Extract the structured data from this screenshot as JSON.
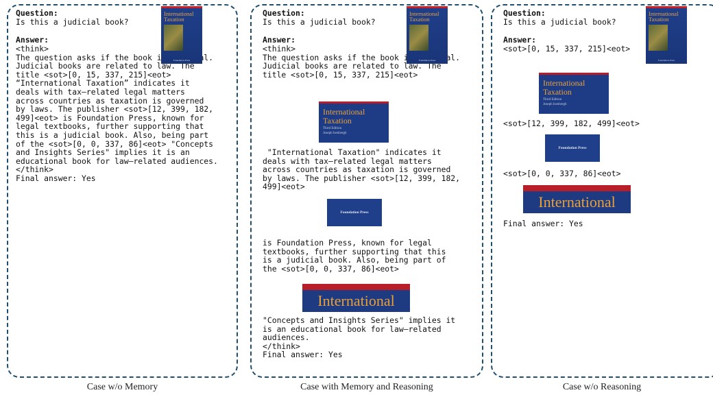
{
  "cover": {
    "title_line1": "International",
    "title_line2": "Taxation",
    "subtitle_line1": "Third Edition",
    "subtitle_line2": "Joseph Isenbergh",
    "publisher": "Foundation Press",
    "series": "CONCEPTS AND INSIGHTS SERIES"
  },
  "panel1": {
    "question_label": "Question:",
    "question": "Is this a judicial book?",
    "answer_label": "Answer:",
    "text": "<think>\nThe question asks if the book is judicial.\nJudicial books are related to law. The\ntitle <sot>[0, 15, 337, 215]<eot>\n“International Taxation” indicates it\ndeals with tax–related legal matters\nacross countries as taxation is governed\nby laws. The publisher <sot>[12, 399, 182,\n499]<eot> is Foundation Press, known for\nlegal textbooks, further supporting that\nthis is a judicial book. Also, being part\nof the <sot>[0, 0, 337, 86]<eot> \"Concepts\nand Insights Series\" implies it is an\neducational book for law–related audiences.\n</think>\nFinal answer: Yes",
    "caption": "Case w/o Memory"
  },
  "panel2": {
    "question_label": "Question:",
    "question": "Is this a judicial book?",
    "answer_label": "Answer:",
    "text_a": "<think>\nThe question asks if the book is judicial.\nJudicial books are related to law. The\ntitle <sot>[0, 15, 337, 215]<eot>",
    "text_b": " \"International Taxation\" indicates it\ndeals with tax–related legal matters\nacross countries as taxation is governed\nby laws. The publisher <sot>[12, 399, 182,\n499]<eot>",
    "text_c": "is Foundation Press, known for legal\ntextbooks, further supporting that this\nis a judicial book. Also, being part of\nthe <sot>[0, 0, 337, 86]<eot>",
    "text_d": "\"Concepts and Insights Series\" implies it\nis an educational book for law–related\naudiences.\n</think>\nFinal answer: Yes",
    "caption": "Case with Memory and Reasoning"
  },
  "panel3": {
    "question_label": "Question:",
    "question": "Is this a judicial book?",
    "answer_label": "Answer:",
    "text_a": "<sot>[0, 15, 337, 215]<eot>",
    "text_b": "<sot>[12, 399, 182, 499]<eot>",
    "text_c": "<sot>[0, 0, 337, 86]<eot>",
    "text_d": "Final answer: Yes",
    "caption": "Case w/o Reasoning"
  }
}
